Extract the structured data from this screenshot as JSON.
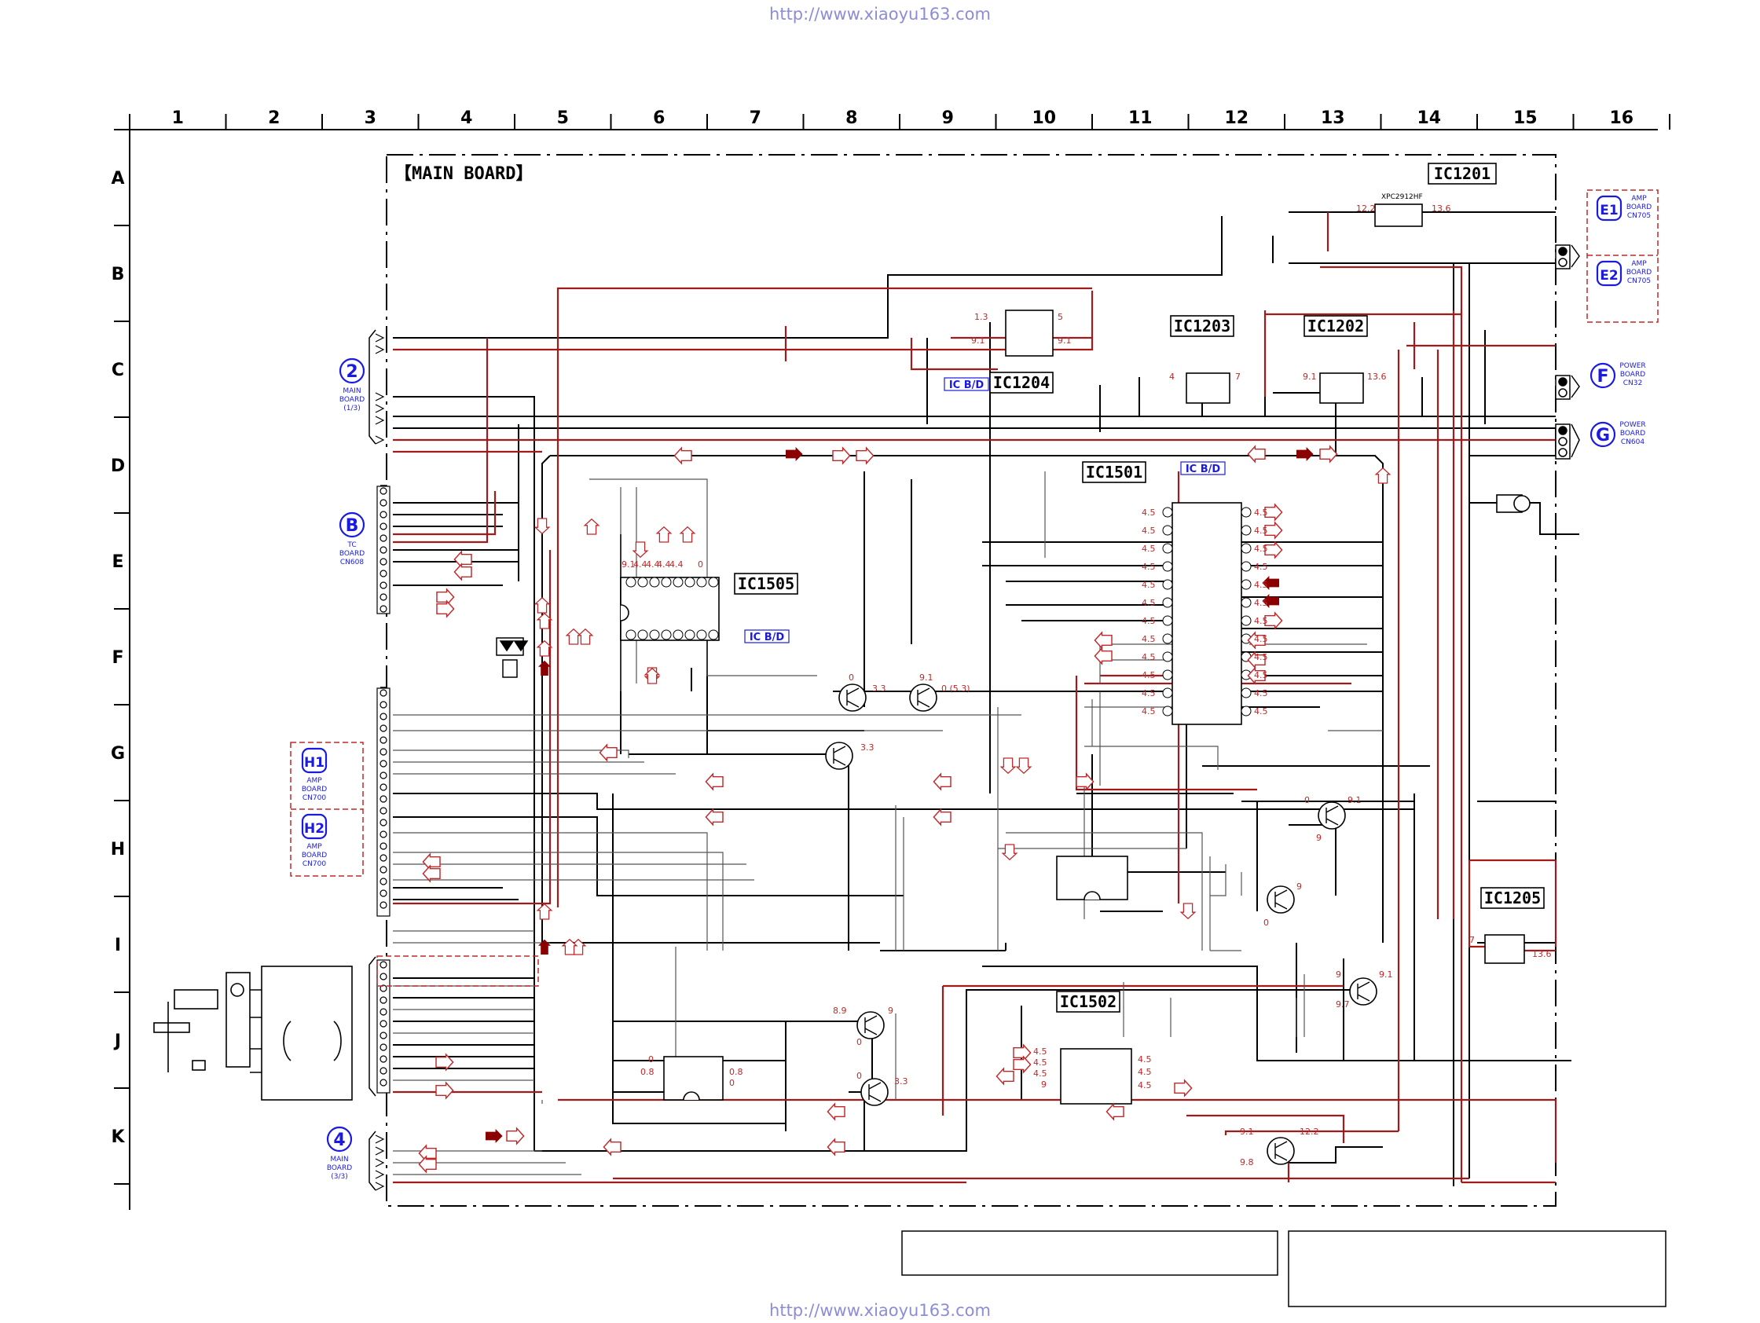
{
  "watermark_url": "http://www.xiaoyu163.com",
  "board_title": "【MAIN BOARD】",
  "columns": [
    "1",
    "2",
    "3",
    "4",
    "5",
    "6",
    "7",
    "8",
    "9",
    "10",
    "11",
    "12",
    "13",
    "14",
    "15",
    "16"
  ],
  "rows": [
    "A",
    "B",
    "C",
    "D",
    "E",
    "F",
    "G",
    "H",
    "I",
    "J",
    "K"
  ],
  "ics": [
    {
      "id": "ic1201",
      "label": "IC1201",
      "part": "XPC2912HF"
    },
    {
      "id": "ic1202",
      "label": "IC1202"
    },
    {
      "id": "ic1203",
      "label": "IC1203"
    },
    {
      "id": "ic1204",
      "label": "IC1204"
    },
    {
      "id": "ic1501",
      "label": "IC1501"
    },
    {
      "id": "ic1502",
      "label": "IC1502"
    },
    {
      "id": "ic1505",
      "label": "IC1505"
    },
    {
      "id": "ic1205",
      "label": "IC1205"
    }
  ],
  "ic_bd_tag": "IC B/D",
  "connectors": {
    "c2": {
      "mark": "2",
      "lines": [
        "MAIN",
        "BOARD",
        "(1/3)"
      ]
    },
    "cB": {
      "mark": "B",
      "lines": [
        "TC",
        "BOARD",
        "CN608"
      ]
    },
    "cH1": {
      "mark": "H1",
      "lines": [
        "AMP",
        "BOARD",
        "CN700"
      ]
    },
    "cH2": {
      "mark": "H2",
      "lines": [
        "AMP",
        "BOARD",
        "CN700"
      ]
    },
    "c4": {
      "mark": "4",
      "lines": [
        "MAIN",
        "BOARD",
        "(3/3)"
      ]
    },
    "cE1": {
      "mark": "E1",
      "lines": [
        "AMP",
        "BOARD",
        "CN705"
      ]
    },
    "cE2": {
      "mark": "E2",
      "lines": [
        "AMP",
        "BOARD",
        "CN705"
      ]
    },
    "cF": {
      "mark": "F",
      "lines": [
        "POWER",
        "BOARD",
        "CN32"
      ]
    },
    "cG": {
      "mark": "G",
      "lines": [
        "POWER",
        "BOARD",
        "CN604"
      ]
    }
  },
  "voltages": {
    "ic1201_in": "12.2",
    "ic1201_out": "13.6",
    "ic1204_a": "1.3",
    "ic1204_b": "5",
    "ic1204_c": "9.1",
    "ic1204_d": "9.1",
    "ic1203_in": "4",
    "ic1203_out": "7",
    "ic1202_in": "9.1",
    "ic1202_out": "13.6",
    "ic1501_left": "4.5",
    "ic1501_right": "4.5",
    "q_f8_b": "0",
    "q_f8_c": "3.3",
    "q_f9_b": "9.1",
    "q_f9_c": "0 (5.3)",
    "q_g8": "3.3",
    "q_h14_a": "0",
    "q_h14_b": "9.1",
    "q_h14_c": "9",
    "q_i13_a": "9",
    "q_i13_b": "0",
    "ic1205_in": "7",
    "ic1205_out": "13.6",
    "q_j14_a": "9",
    "q_j14_b": "9.1",
    "q_j14_c": "9.7",
    "q_j9_a": "8.9",
    "q_j9_b": "9",
    "q_j9_c": "0",
    "q_j9b_a": "0",
    "q_j9b_b": "3.3",
    "ic_j7_a": "0",
    "ic_j7_b": "0.8",
    "ic_j7_c": "0.8",
    "ic_j7_d": "0",
    "ic1502_l": "4.5",
    "ic1502_r": "4.5",
    "ic1502_9": "9",
    "q_k13_a": "9.1",
    "q_k13_b": "12.2",
    "q_k13_c": "9.8",
    "ic1505_top": "4.4",
    "ic1505_9": "9.1",
    "ic1505_0": "0"
  }
}
